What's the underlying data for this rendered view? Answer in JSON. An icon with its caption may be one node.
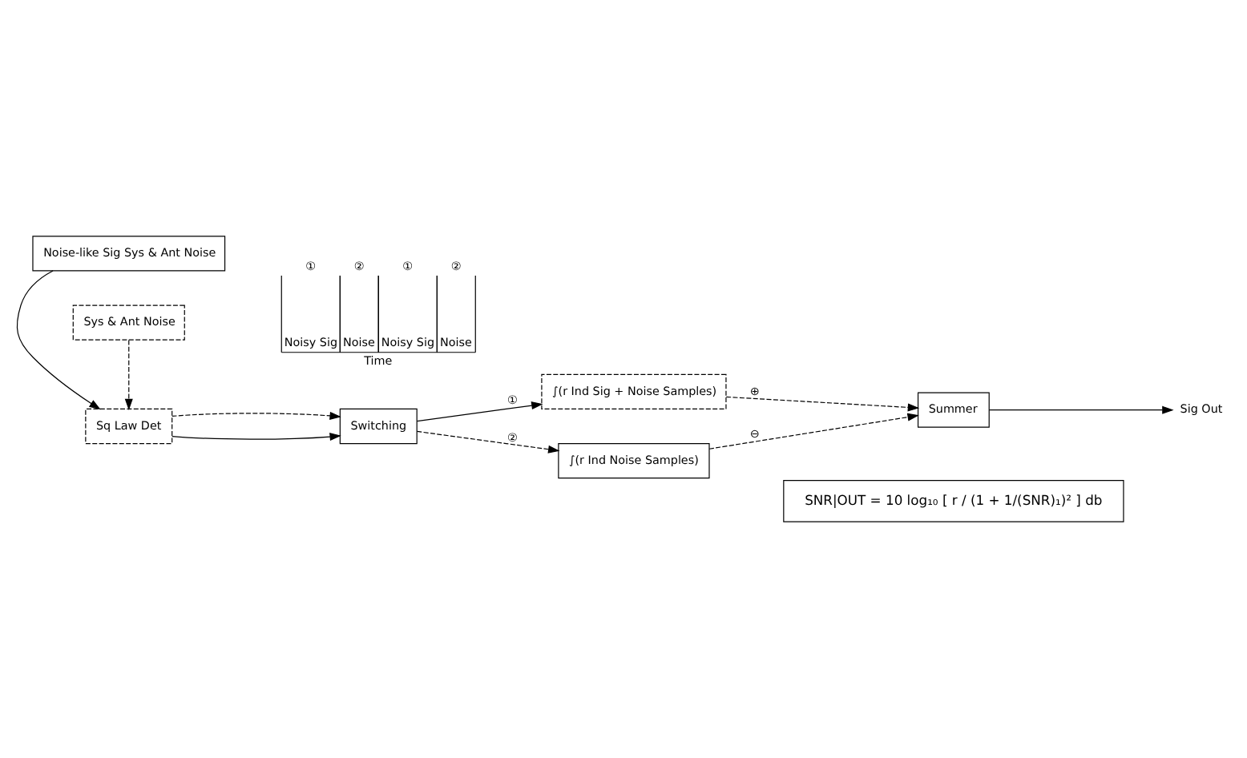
{
  "diagram": {
    "nodes": [
      {
        "text": [
          "Noise-like Sig Sys & Ant Noise"
        ]
      },
      {
        "text": [
          "Sq Law Det"
        ]
      },
      {
        "text": [
          "Switching"
        ]
      },
      {
        "text": [
          "∫(r Ind Sig + Noise Samples)"
        ]
      },
      {
        "text": [
          "∫(r Ind Noise Samples)"
        ]
      },
      {
        "text": [
          "Summer"
        ]
      },
      {
        "text": [
          "Sys & Ant Noise"
        ]
      },
      {
        "text": [
          "Sig Out"
        ]
      },
      {
        "text": [
          "SNR|OUT = 10 log₁₀ [ r / (1 + 1/(SNR)₁)² ] db"
        ]
      }
    ],
    "edges": [
      {
        "from": 0,
        "to": 1,
        "arrow": "to"
      },
      {
        "from": 1,
        "to": 2,
        "arrow": "to"
      },
      {
        "from": 1,
        "to": 2,
        "arrow": "to",
        "style": "dashed"
      },
      {
        "from": 6,
        "to": 1,
        "arrow": "to",
        "style": "dashed"
      },
      {
        "from": 2,
        "to": 3,
        "arrow": "to",
        "label": "①"
      },
      {
        "from": 2,
        "to": 4,
        "arrow": "to",
        "style": "dashed",
        "label": "②"
      },
      {
        "from": 3,
        "to": 5,
        "arrow": "to",
        "style": "dashed",
        "label": "⊕"
      },
      {
        "from": 4,
        "to": 5,
        "arrow": "to",
        "style": "dashed",
        "label": "⊖"
      },
      {
        "from": 5,
        "to": 7,
        "arrow": "to"
      }
    ],
    "labels": [
      "①",
      "②",
      "①",
      "②",
      "Noisy Sig",
      "Noise",
      "Noisy Sig",
      "Noise",
      "Time"
    ]
  }
}
